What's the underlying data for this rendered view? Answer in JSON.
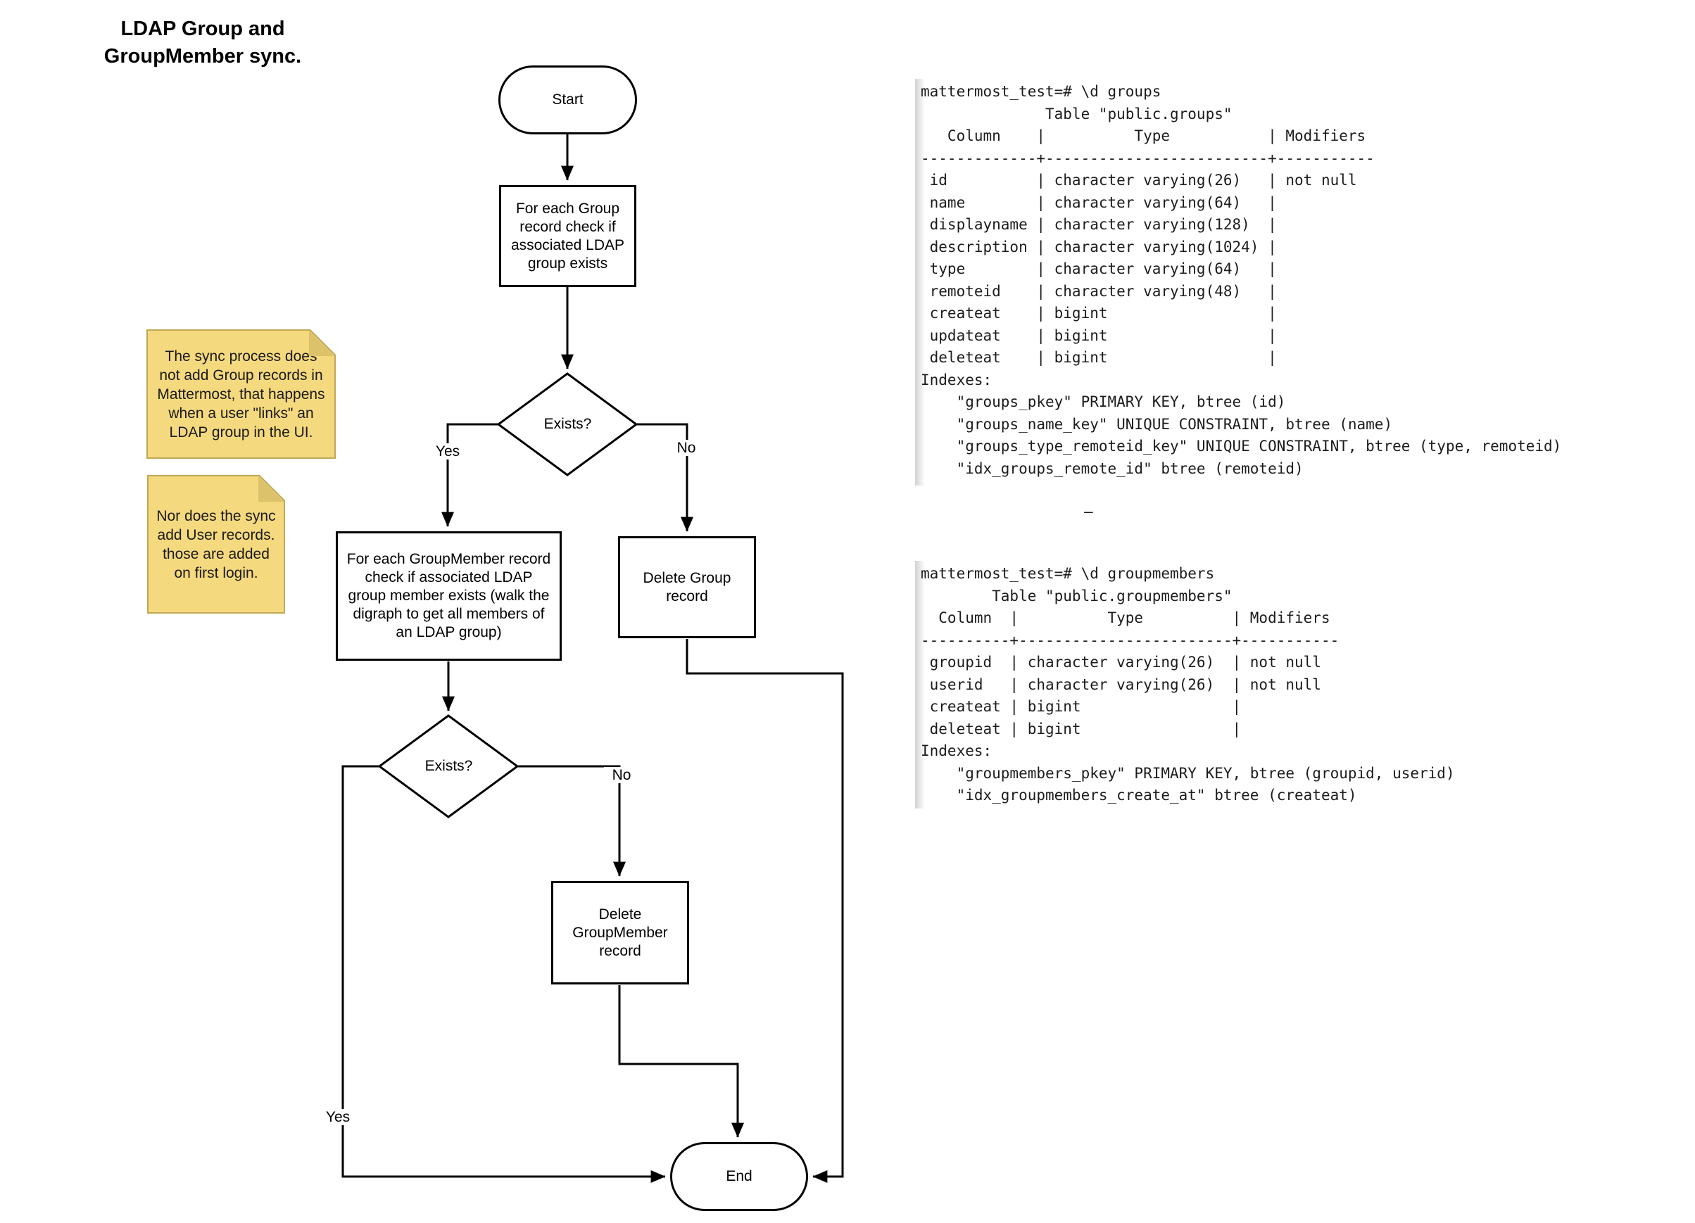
{
  "title": {
    "text": "LDAP Group and\nGroupMember sync."
  },
  "flowchart": {
    "start": "Start",
    "step_check_group": "For each Group record check if associated LDAP group exists",
    "decision1": "Exists?",
    "step_check_member": "For each GroupMember record check if associated LDAP group member exists (walk the digraph to get all members of an LDAP group)",
    "decision2": "Exists?",
    "delete_group": "Delete Group record",
    "delete_groupmember": "Delete\nGroupMember\nrecord",
    "end": "End",
    "labels": {
      "yes1": "Yes",
      "no1": "No",
      "yes2": "Yes",
      "no2": "No"
    }
  },
  "notes": [
    {
      "text": "The sync process does not add Group records in Mattermost, that happens when a user \"links\" an LDAP group in the UI."
    },
    {
      "text": "Nor does the sync add User records. those are added on first login."
    }
  ],
  "terminals": [
    {
      "prompt": "mattermost_test=# \\d groups",
      "table_title": "Table \"public.groups\"",
      "columns": [
        "Column",
        "Type",
        "Modifiers"
      ],
      "rows": [
        [
          "id",
          "character varying(26)",
          "not null"
        ],
        [
          "name",
          "character varying(64)",
          ""
        ],
        [
          "displayname",
          "character varying(128)",
          ""
        ],
        [
          "description",
          "character varying(1024)",
          ""
        ],
        [
          "type",
          "character varying(64)",
          ""
        ],
        [
          "remoteid",
          "character varying(48)",
          ""
        ],
        [
          "createat",
          "bigint",
          ""
        ],
        [
          "updateat",
          "bigint",
          ""
        ],
        [
          "deleteat",
          "bigint",
          ""
        ]
      ],
      "lines": [
        "mattermost_test=# \\d groups",
        "              Table \"public.groups\"",
        "   Column    |          Type           | Modifiers",
        "-------------+-------------------------+-----------",
        " id          | character varying(26)   | not null",
        " name        | character varying(64)   | ",
        " displayname | character varying(128)  | ",
        " description | character varying(1024) | ",
        " type        | character varying(64)   | ",
        " remoteid    | character varying(48)   | ",
        " createat    | bigint                  | ",
        " updateat    | bigint                  | ",
        " deleteat    | bigint                  | ",
        "Indexes:",
        "    \"groups_pkey\" PRIMARY KEY, btree (id)",
        "    \"groups_name_key\" UNIQUE CONSTRAINT, btree (name)",
        "    \"groups_type_remoteid_key\" UNIQUE CONSTRAINT, btree (type, remoteid)",
        "    \"idx_groups_remote_id\" btree (remoteid)"
      ],
      "trailing_dash": "–"
    },
    {
      "prompt": "mattermost_test=# \\d groupmembers",
      "table_title": "Table \"public.groupmembers\"",
      "columns": [
        "Column",
        "Type",
        "Modifiers"
      ],
      "rows": [
        [
          "groupid",
          "character varying(26)",
          "not null"
        ],
        [
          "userid",
          "character varying(26)",
          "not null"
        ],
        [
          "createat",
          "bigint",
          ""
        ],
        [
          "deleteat",
          "bigint",
          ""
        ]
      ],
      "lines": [
        "mattermost_test=# \\d groupmembers",
        "        Table \"public.groupmembers\"",
        "  Column  |          Type          | Modifiers",
        "----------+------------------------+-----------",
        " groupid  | character varying(26)  | not null",
        " userid   | character varying(26)  | not null",
        " createat | bigint                 | ",
        " deleteat | bigint                 | ",
        "Indexes:",
        "    \"groupmembers_pkey\" PRIMARY KEY, btree (groupid, userid)",
        "    \"idx_groupmembers_create_at\" btree (createat)"
      ]
    }
  ],
  "colors": {
    "flow_stroke": "#000000",
    "note_fill": "#f5d97e",
    "note_border": "#bfa856",
    "note_fold": "#dcc26a",
    "terminal_text": "#1c1c1c",
    "background": "#ffffff"
  }
}
